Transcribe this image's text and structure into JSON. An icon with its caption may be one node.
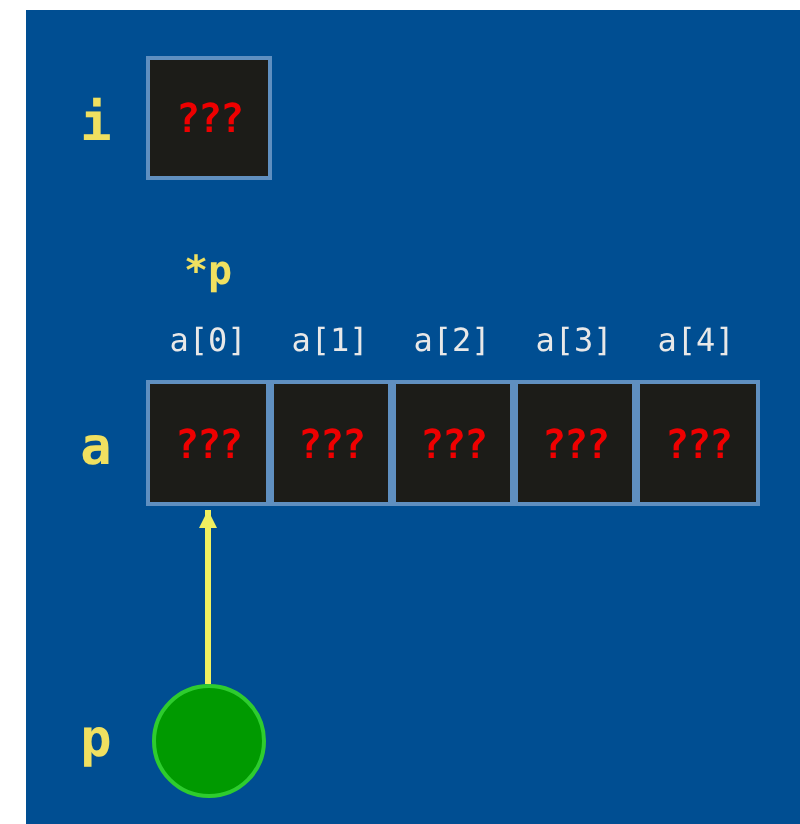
{
  "diagram": {
    "nodes": [
      {
        "text": [
          "???"
        ],
        "beside": [
          "i"
        ]
      },
      {
        "text": [
          "???"
        ],
        "beside": [
          "*p",
          "a[0]"
        ]
      },
      {
        "text": [
          "???"
        ],
        "beside": [
          "a[1]"
        ]
      },
      {
        "text": [
          "???"
        ],
        "beside": [
          "a[2]"
        ]
      },
      {
        "text": [
          "???"
        ],
        "beside": [
          "a[3]"
        ]
      },
      {
        "text": [
          "???"
        ],
        "beside": [
          "a[4]"
        ]
      },
      {
        "text": [],
        "shape": "circle",
        "beside": [
          "p"
        ]
      }
    ],
    "edges": [
      {
        "from": 6,
        "to": 1,
        "arrow": "to"
      }
    ],
    "labels": [
      "a"
    ]
  }
}
